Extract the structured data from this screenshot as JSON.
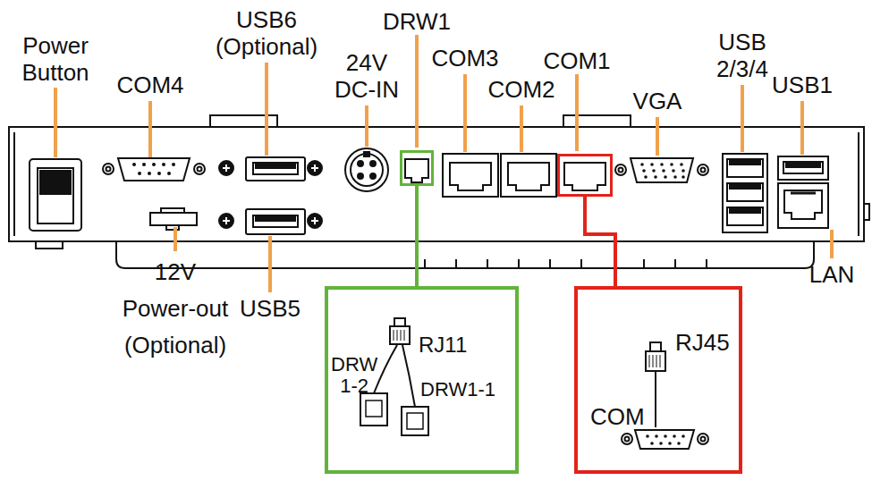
{
  "diagram": {
    "nodes": [
      {
        "text": [
          "DRW1"
        ]
      },
      {
        "text": [
          "RJ11",
          "DRW 1-2",
          "DRW1-1"
        ]
      },
      {
        "text": [
          "COM1"
        ]
      },
      {
        "text": [
          "RJ45",
          "COM"
        ]
      }
    ],
    "edges": [
      {
        "from": 0,
        "to": 1,
        "arrow": "none"
      },
      {
        "from": 2,
        "to": 3,
        "arrow": "none"
      }
    ],
    "labels": [
      "Power Button",
      "COM4",
      "USB6 (Optional)",
      "24V DC-IN",
      "COM3",
      "COM2",
      "VGA",
      "USB 2/3/4",
      "USB1",
      "LAN",
      "12V Power-out (Optional)",
      "USB5"
    ]
  }
}
